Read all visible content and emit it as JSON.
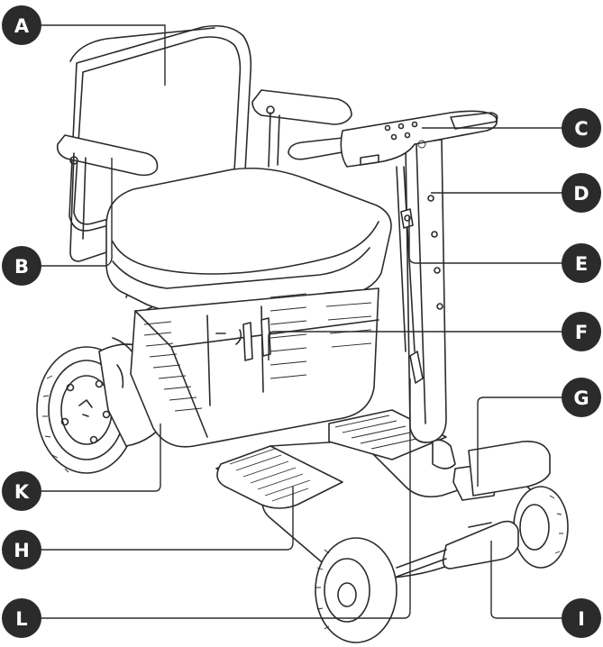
{
  "diagram": {
    "colors": {
      "line": "#2b2b2b",
      "badge": "#2b2b2b",
      "badge_text": "#ffffff",
      "background": "#ffffff"
    },
    "callouts": [
      {
        "id": "A",
        "label": "A"
      },
      {
        "id": "B",
        "label": "B"
      },
      {
        "id": "C",
        "label": "C"
      },
      {
        "id": "D",
        "label": "D"
      },
      {
        "id": "E",
        "label": "E"
      },
      {
        "id": "F",
        "label": "F"
      },
      {
        "id": "G",
        "label": "G"
      },
      {
        "id": "H",
        "label": "H"
      },
      {
        "id": "I",
        "label": "I"
      },
      {
        "id": "K",
        "label": "K"
      },
      {
        "id": "L",
        "label": "L"
      }
    ]
  }
}
